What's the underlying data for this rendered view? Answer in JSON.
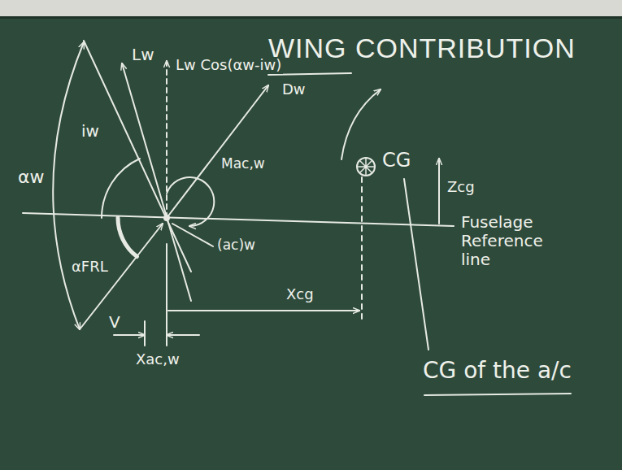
{
  "diagram": {
    "title": "WING CONTRIBUTION",
    "labels": [
      "Lw",
      "Lw Cos(αw-iw)",
      "Dw",
      "αw",
      "iw",
      "Mac,w",
      "αFRL",
      "(ac)w",
      "V",
      "Xcg",
      "Xac,w",
      "CG",
      "Zcg",
      "Fuselage Reference line",
      "CG of the a/c"
    ]
  }
}
